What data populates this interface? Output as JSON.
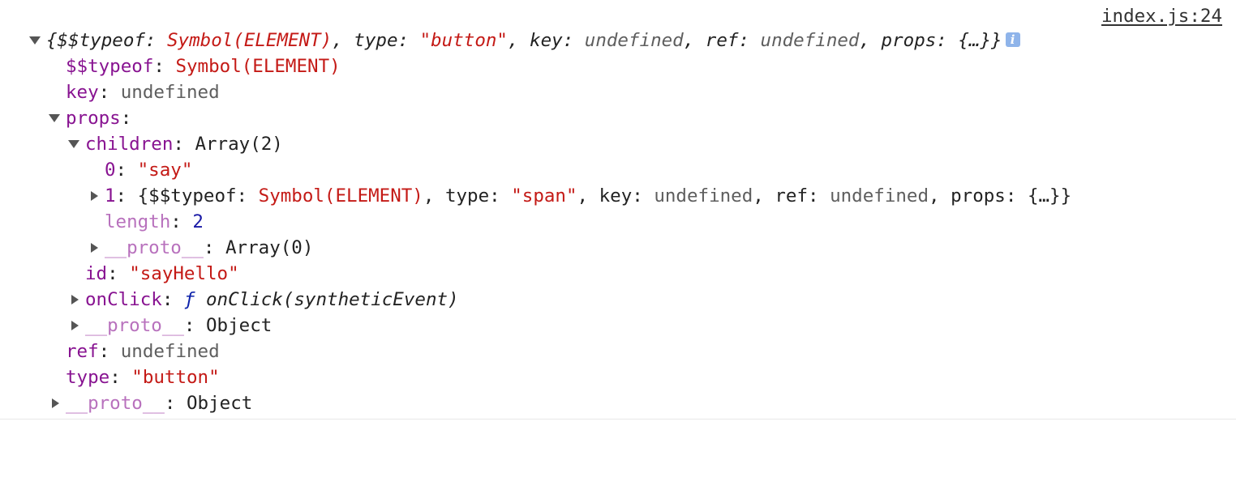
{
  "source_link": "index.js:24",
  "root": {
    "preview_open": "{$$typeof: ",
    "preview_sym": "Symbol(ELEMENT)",
    "preview_type_key": ", type: ",
    "preview_type_val": "\"button\"",
    "preview_key_key": ", key: ",
    "preview_key_val": "undefined",
    "preview_ref_key": ", ref: ",
    "preview_ref_val": "undefined",
    "preview_props_key": ", props: ",
    "preview_props_val": "{…}}",
    "info_icon": "i",
    "typeof_key": "$$typeof",
    "typeof_val": "Symbol(ELEMENT)",
    "key_key": "key",
    "key_val": "undefined",
    "props_key": "props",
    "ref_key": "ref",
    "ref_val": "undefined",
    "type_key": "type",
    "type_val": "\"button\"",
    "proto_key": "__proto__",
    "proto_val": "Object"
  },
  "props": {
    "children_key": "children",
    "children_val": "Array(2)",
    "id_key": "id",
    "id_val": "\"sayHello\"",
    "onclick_key": "onClick",
    "onclick_f": "ƒ",
    "onclick_sig": "onClick(syntheticEvent)",
    "proto_key": "__proto__",
    "proto_val": "Object"
  },
  "children": {
    "item0_key": "0",
    "item0_val": "\"say\"",
    "item1_key": "1",
    "item1_open": "{$$typeof: ",
    "item1_sym": "Symbol(ELEMENT)",
    "item1_type_key": ", type: ",
    "item1_type_val": "\"span\"",
    "item1_key_key": ", key: ",
    "item1_key_val": "undefined",
    "item1_ref_key": ", ref: ",
    "item1_ref_val": "undefined",
    "item1_props_key": ", props: ",
    "item1_props_val": "{…}}",
    "length_key": "length",
    "length_val": "2",
    "proto_key": "__proto__",
    "proto_val": "Array(0)"
  }
}
